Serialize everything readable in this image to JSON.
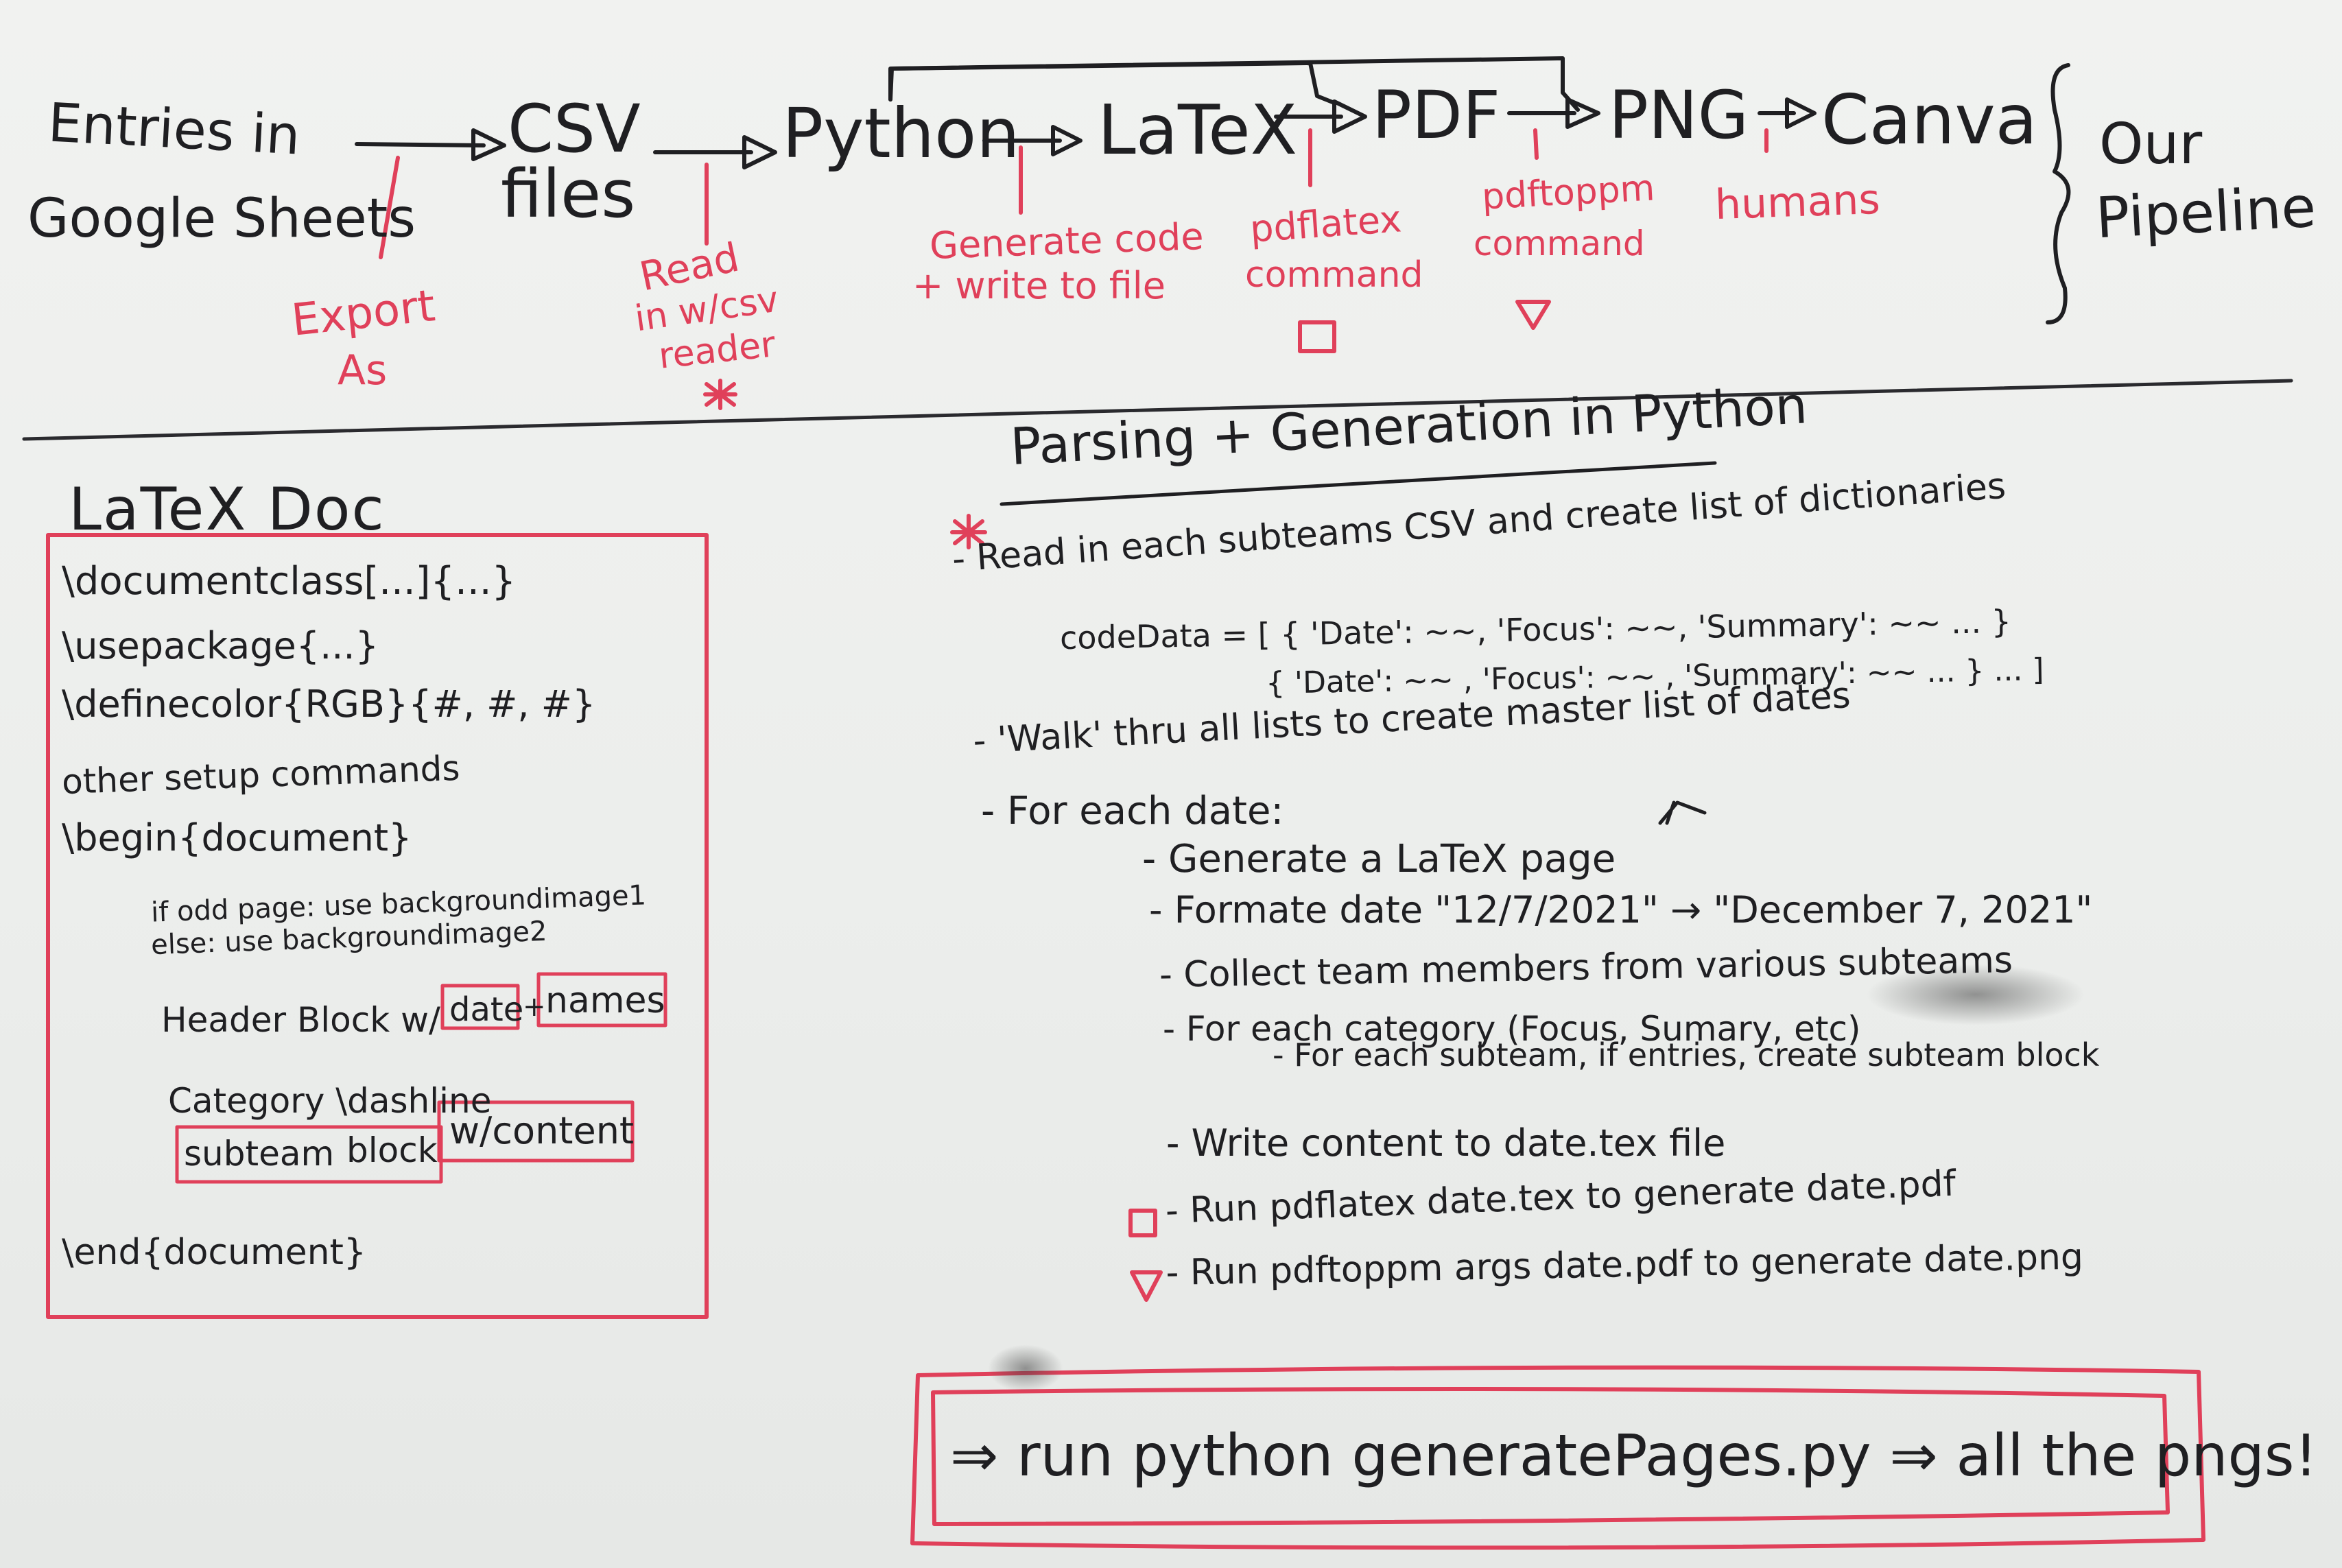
{
  "pipeline": {
    "stages": [
      "Entries in",
      "Google Sheets",
      "CSV",
      "files",
      "Python",
      "LaTeX",
      "PDF",
      "PNG",
      "Canva"
    ],
    "tools": [
      "Export",
      "As",
      "Read",
      "in w/csv",
      "reader",
      "Generate code",
      "+ write to file",
      "pdflatex",
      "command",
      "pdftoppm",
      "command",
      "humans"
    ],
    "brace_label": [
      "Our",
      "Pipeline"
    ]
  },
  "latex_doc": {
    "title": "LaTeX Doc",
    "lines": [
      "\\documentclass[...]{...}",
      "\\usepackage{...}",
      "\\definecolor{RGB}{#, #, #}",
      "other setup commands",
      "\\begin{document}",
      "if odd page: use backgroundimage1",
      "else: use backgroundimage2",
      "\\end{document}"
    ],
    "header_block": [
      "Header Block w/",
      "date",
      "+",
      "names"
    ],
    "category": "Category \\dashline",
    "subteam_block": [
      "subteam",
      "block",
      "w/content"
    ]
  },
  "parsing": {
    "title": "Parsing + Generation in Python",
    "asterisk": "*",
    "steps": [
      "- Read in each subteams CSV and create list of dictionaries",
      "codeData = [ { 'Date': ~~, 'Focus': ~~, 'Summary': ~~ ... }",
      "{ 'Date': ~~ , 'Focus': ~~ , 'Summary': ~~ ... } ... ]",
      "- 'Walk' thru all lists to create master list of dates",
      "- For each date:",
      "- Generate a LaTeX page",
      "- Formate date   \"12/7/2021\" → \"December 7, 2021\"",
      "- Collect team members from various subteams",
      "- For each category (Focus, Sumary, etc)",
      "- For each subteam, if entries, create subteam block",
      "- Write content to   date.tex file",
      "- Run pdflatex date.tex to generate date.pdf",
      "- Run pdftoppm args date.pdf to generate date.png"
    ],
    "symbols": [
      "□",
      "▽"
    ]
  },
  "run_box": {
    "text": "⇒ run python generatePages.py ⇒ all the pngs!"
  }
}
